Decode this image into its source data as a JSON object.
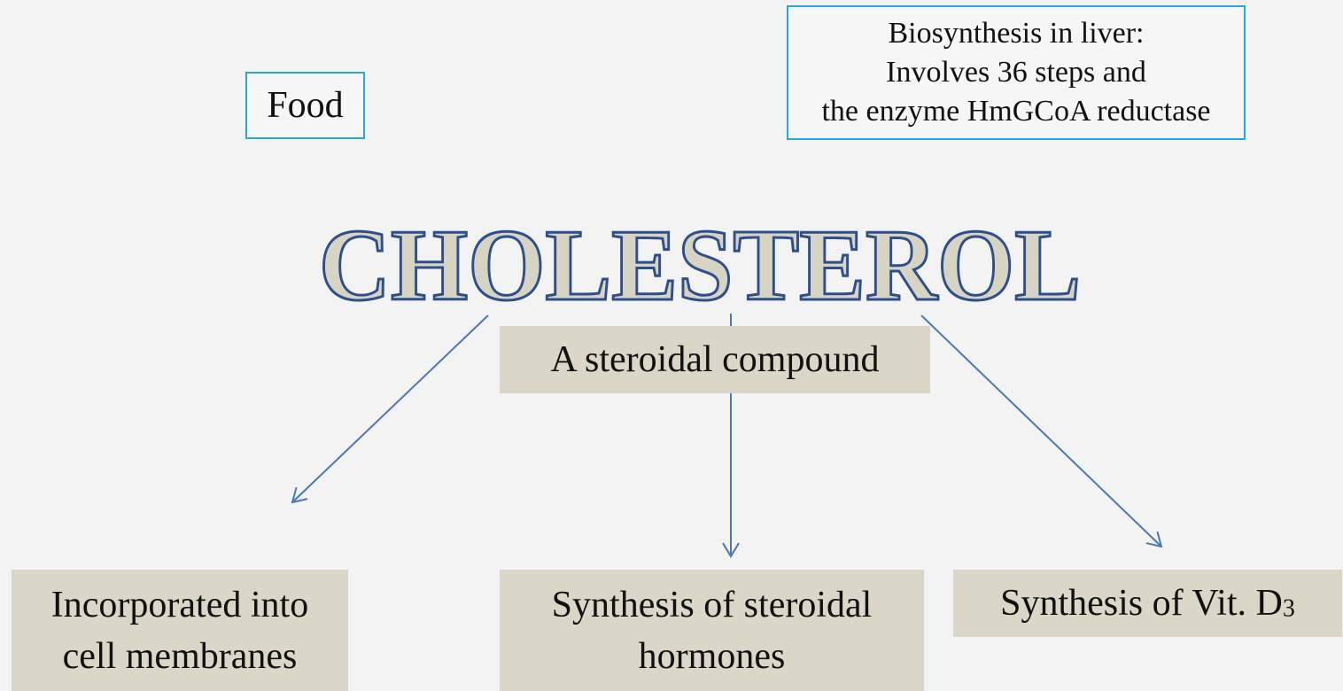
{
  "nodes": {
    "food": "Food",
    "biosynthesis": {
      "line1": "Biosynthesis in liver:",
      "line2": "Involves 36 steps and",
      "line3": "the enzyme HmGCoA reductase"
    },
    "title": "CHOLESTEROL",
    "steroidal_compound": "A steroidal compound",
    "membranes": {
      "line1": "Incorporated into",
      "line2": "cell membranes"
    },
    "hormones": {
      "line1": "Synthesis of steroidal",
      "line2": "hormones"
    },
    "vitamin_d": {
      "text": "Synthesis of Vit. D",
      "subscript": "3"
    }
  },
  "colors": {
    "background": "#f3f3f3",
    "box_border": "#29a6e0",
    "box_fill_tan": "#dad7c9",
    "arrow": "#4a78b5",
    "title_fill": "#d8d4c4",
    "title_stroke": "#2e4f8c"
  }
}
